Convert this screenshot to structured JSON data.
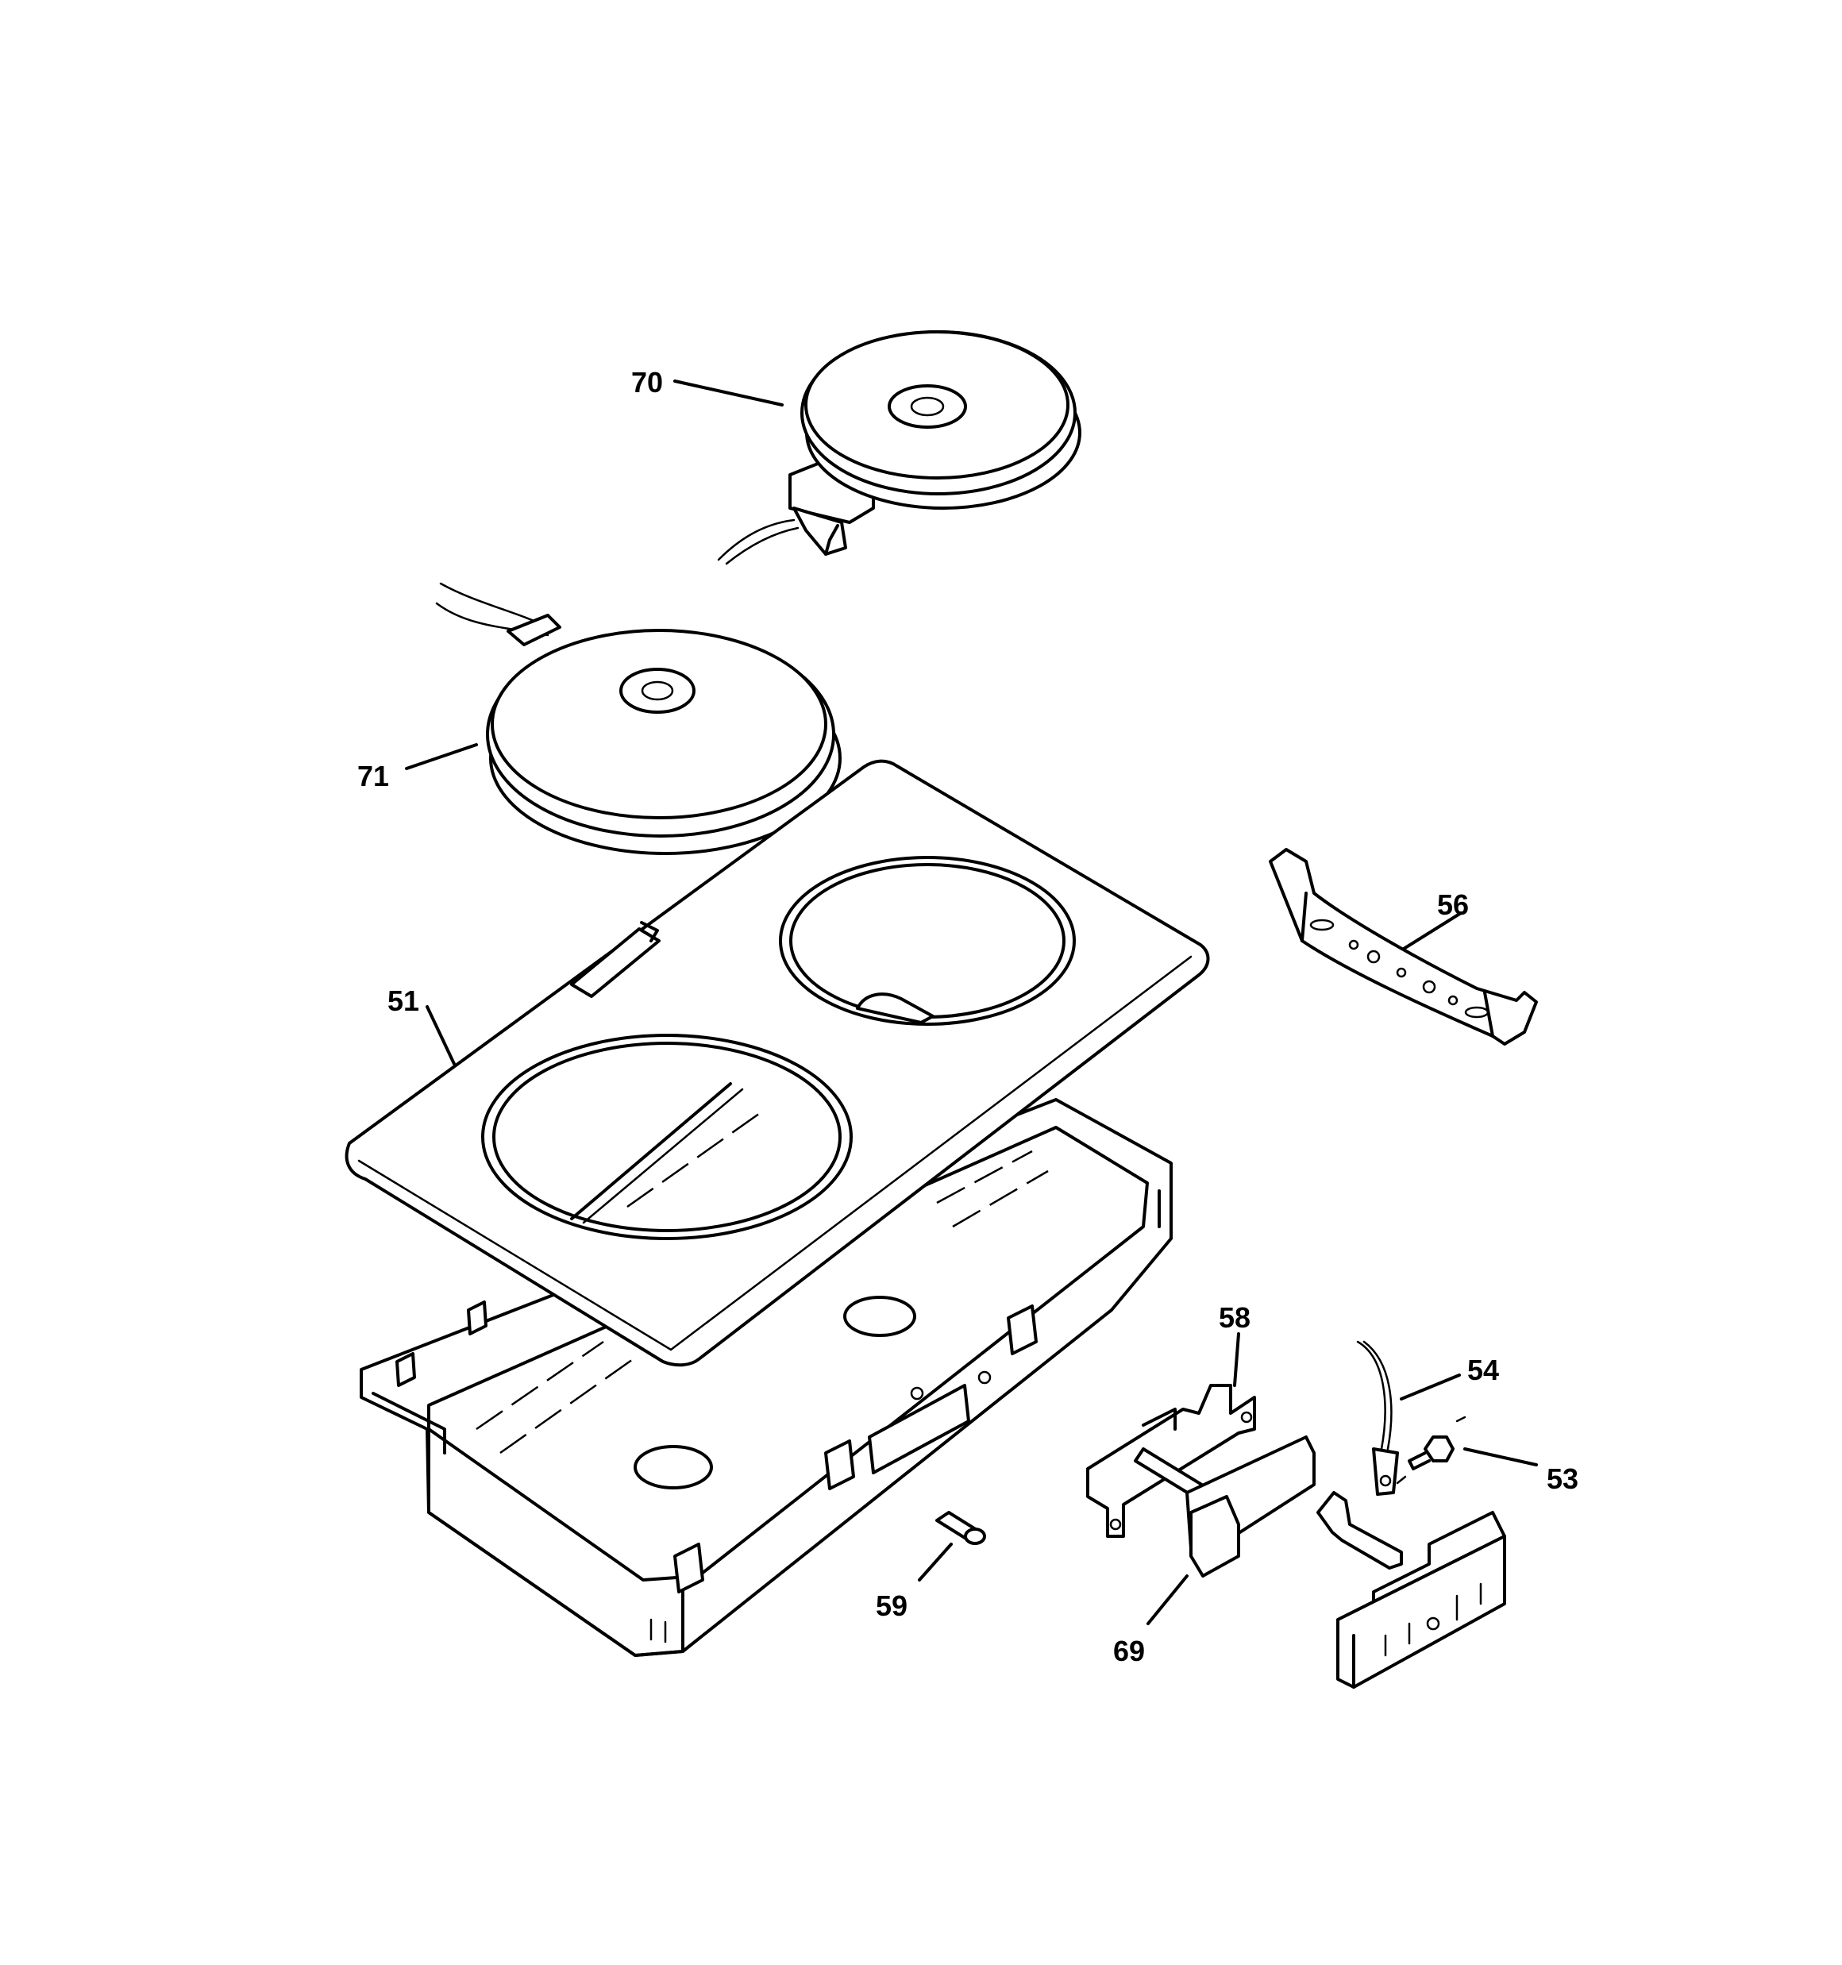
{
  "diagram": {
    "labels": {
      "p70": "70",
      "p71": "71",
      "p51": "51",
      "p56": "56",
      "p58": "58",
      "p54": "54",
      "p53": "53",
      "p59": "59",
      "p69": "69"
    }
  }
}
